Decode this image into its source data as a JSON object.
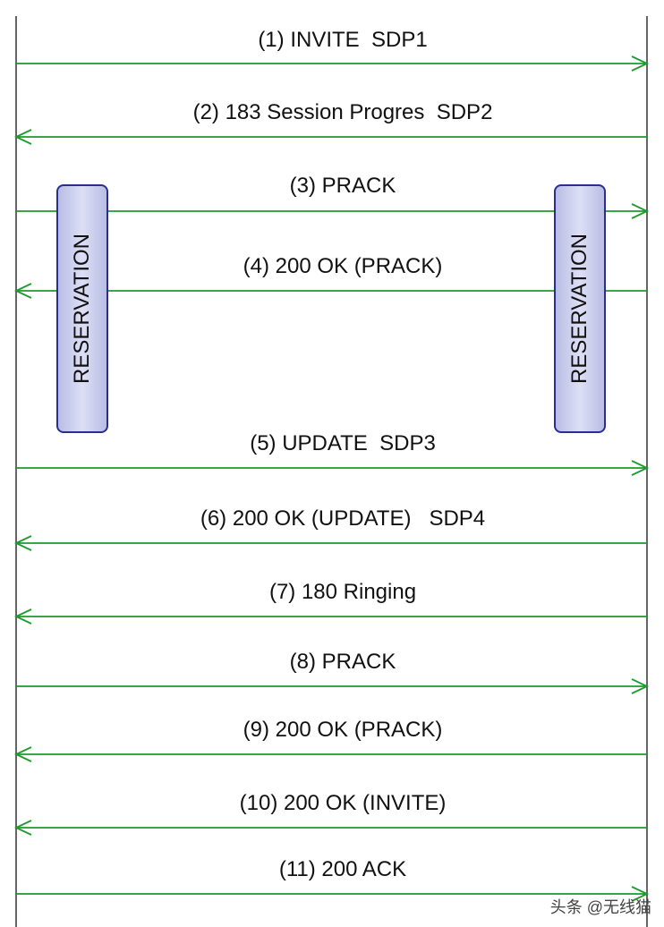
{
  "colors": {
    "arrow": "#1f9a2e",
    "lifeline": "#333333",
    "box_border": "#2a2f8c",
    "box_fill": "#c9cdee"
  },
  "messages": [
    {
      "label": "(1) INVITE  SDP1",
      "direction": "right"
    },
    {
      "label": "(2) 183 Session Progres  SDP2",
      "direction": "left"
    },
    {
      "label": "(3) PRACK",
      "direction": "right"
    },
    {
      "label": "(4) 200 OK (PRACK)",
      "direction": "left"
    },
    {
      "label": "(5) UPDATE  SDP3",
      "direction": "right"
    },
    {
      "label": "(6) 200 OK (UPDATE)   SDP4",
      "direction": "left"
    },
    {
      "label": "(7) 180 Ringing",
      "direction": "left"
    },
    {
      "label": "(8) PRACK",
      "direction": "right"
    },
    {
      "label": "(9) 200 OK (PRACK)",
      "direction": "left"
    },
    {
      "label": "(10) 200 OK (INVITE)",
      "direction": "left"
    },
    {
      "label": "(11) 200 ACK",
      "direction": "right"
    }
  ],
  "reservation_boxes": {
    "left_label": "RESERVATION",
    "right_label": "RESERVATION"
  },
  "watermark": "头条 @无线猫"
}
